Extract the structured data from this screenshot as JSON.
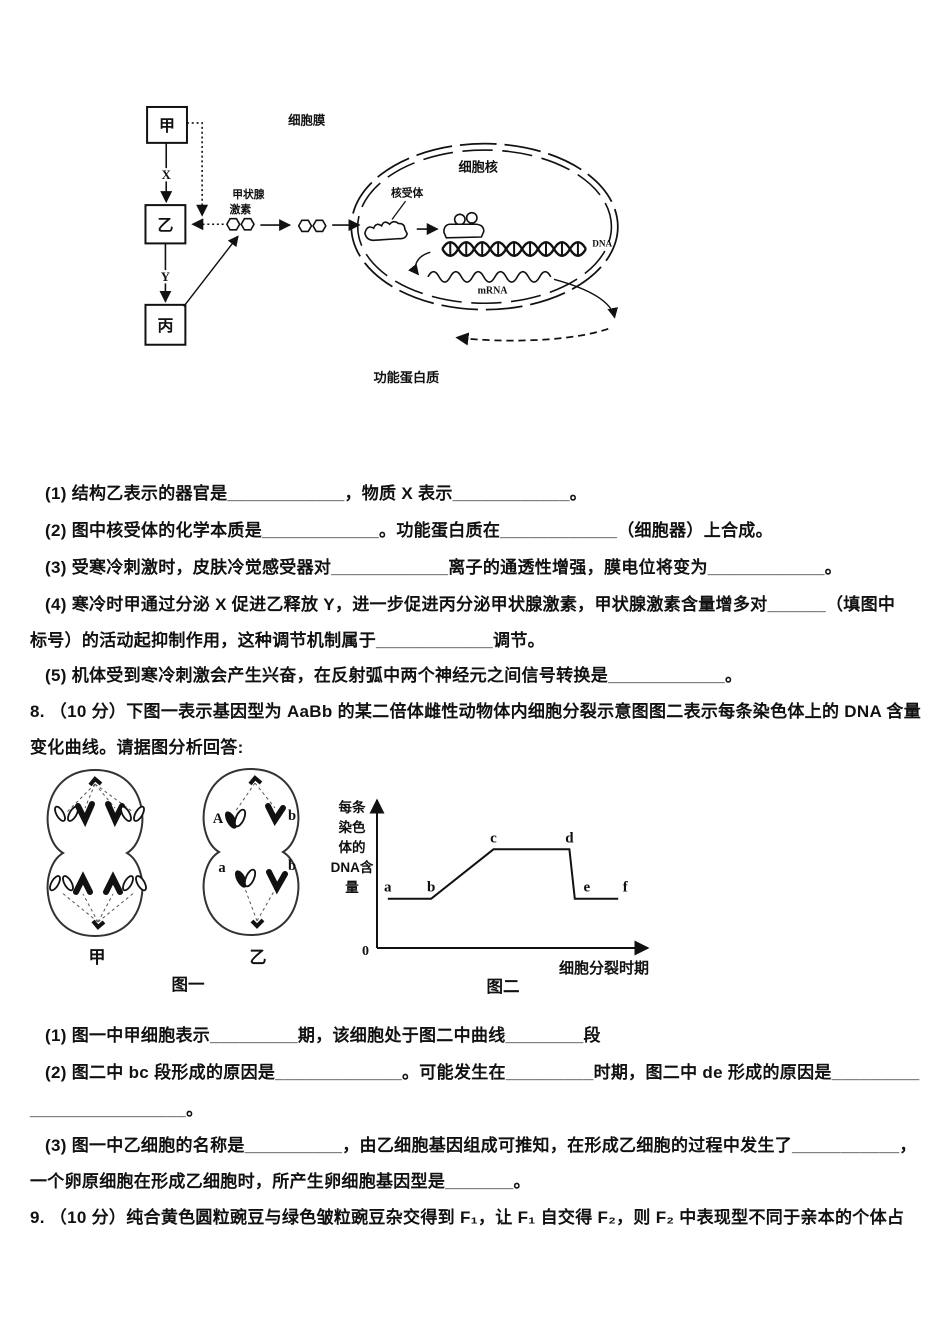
{
  "page": {
    "background": "#ffffff",
    "ink": "#111111"
  },
  "diagram1": {
    "boxes": {
      "jia": "甲",
      "yi": "乙",
      "bing": "丙"
    },
    "pathway_labels": {
      "x": "X",
      "y": "Y"
    },
    "labels": {
      "cell_membrane": "细胞膜",
      "nucleus": "细胞核",
      "nuclear_receptor": "核受体",
      "thyroid_hormone_line1": "甲状腺",
      "thyroid_hormone_line2": "激素",
      "dna": "DNA",
      "mrna": "mRNA",
      "functional_protein": "功能蛋白质"
    }
  },
  "first_question_parts": [
    "(1) 结构乙表示的器官是____________，物质 X 表示____________。",
    "(2) 图中核受体的化学本质是____________。功能蛋白质在____________（细胞器）上合成。",
    "(3) 受寒冷刺激时，皮肤冷觉感受器对____________离子的通透性增强，膜电位将变为____________。",
    "(4) 寒冷时甲通过分泌 X 促进乙释放 Y，进一步促进丙分泌甲状腺激素，甲状腺激素含量增多对______（填图中",
    "标号）的活动起抑制作用，这种调节机制属于____________调节。",
    "(5) 机体受到寒冷刺激会产生兴奋，在反射弧中两个神经元之间信号转换是____________。"
  ],
  "q8": {
    "stem_line1": "8. （10 分）下图一表示基因型为 AaBb 的某二倍体雌性动物体内细胞分裂示意图图二表示每条染色体上的 DNA 含量",
    "stem_line2": "变化曲线。请据图分析回答:",
    "figure1": {
      "cell_jia_label": "甲",
      "cell_yi_label": "乙",
      "caption": "图一",
      "gene_labels": {
        "top_left": "A",
        "top_right": "b",
        "bottom_left": "a",
        "bottom_right": "b"
      }
    },
    "sub_questions": [
      "(1) 图一中甲细胞表示_________期，该细胞处于图二中曲线________段",
      "(2) 图二中 bc 段形成的原因是_____________。可能发生在_________时期，图二中 de 形成的原因是_________",
      "________________。",
      "(3) 图一中乙细胞的名称是__________，由乙细胞基因组成可推知，在形成乙细胞的过程中发生了___________，",
      "一个卵原细胞在形成乙细胞时，所产生卵细胞基因型是_______。"
    ]
  },
  "chart_data": {
    "type": "line",
    "title": "图二",
    "xlabel": "细胞分裂时期",
    "ylabel": "每条染色体的DNA含量",
    "ylabel_lines": [
      "每条",
      "染色",
      "体的",
      "DNA含",
      "量"
    ],
    "origin_label": "0",
    "ylim": [
      0,
      3
    ],
    "grid": false,
    "points": [
      {
        "label": "a",
        "x": 0.04,
        "y": 1
      },
      {
        "label": "b",
        "x": 0.2,
        "y": 1
      },
      {
        "label": "c",
        "x": 0.43,
        "y": 2
      },
      {
        "label": "d",
        "x": 0.71,
        "y": 2
      },
      {
        "label": "e",
        "x": 0.73,
        "y": 1
      },
      {
        "label": "f",
        "x": 0.89,
        "y": 1
      }
    ]
  },
  "q9": {
    "stem": "9. （10 分）纯合黄色圆粒豌豆与绿色皱粒豌豆杂交得到 F₁，让 F₁ 自交得 F₂，则 F₂ 中表现型不同于亲本的个体占"
  }
}
